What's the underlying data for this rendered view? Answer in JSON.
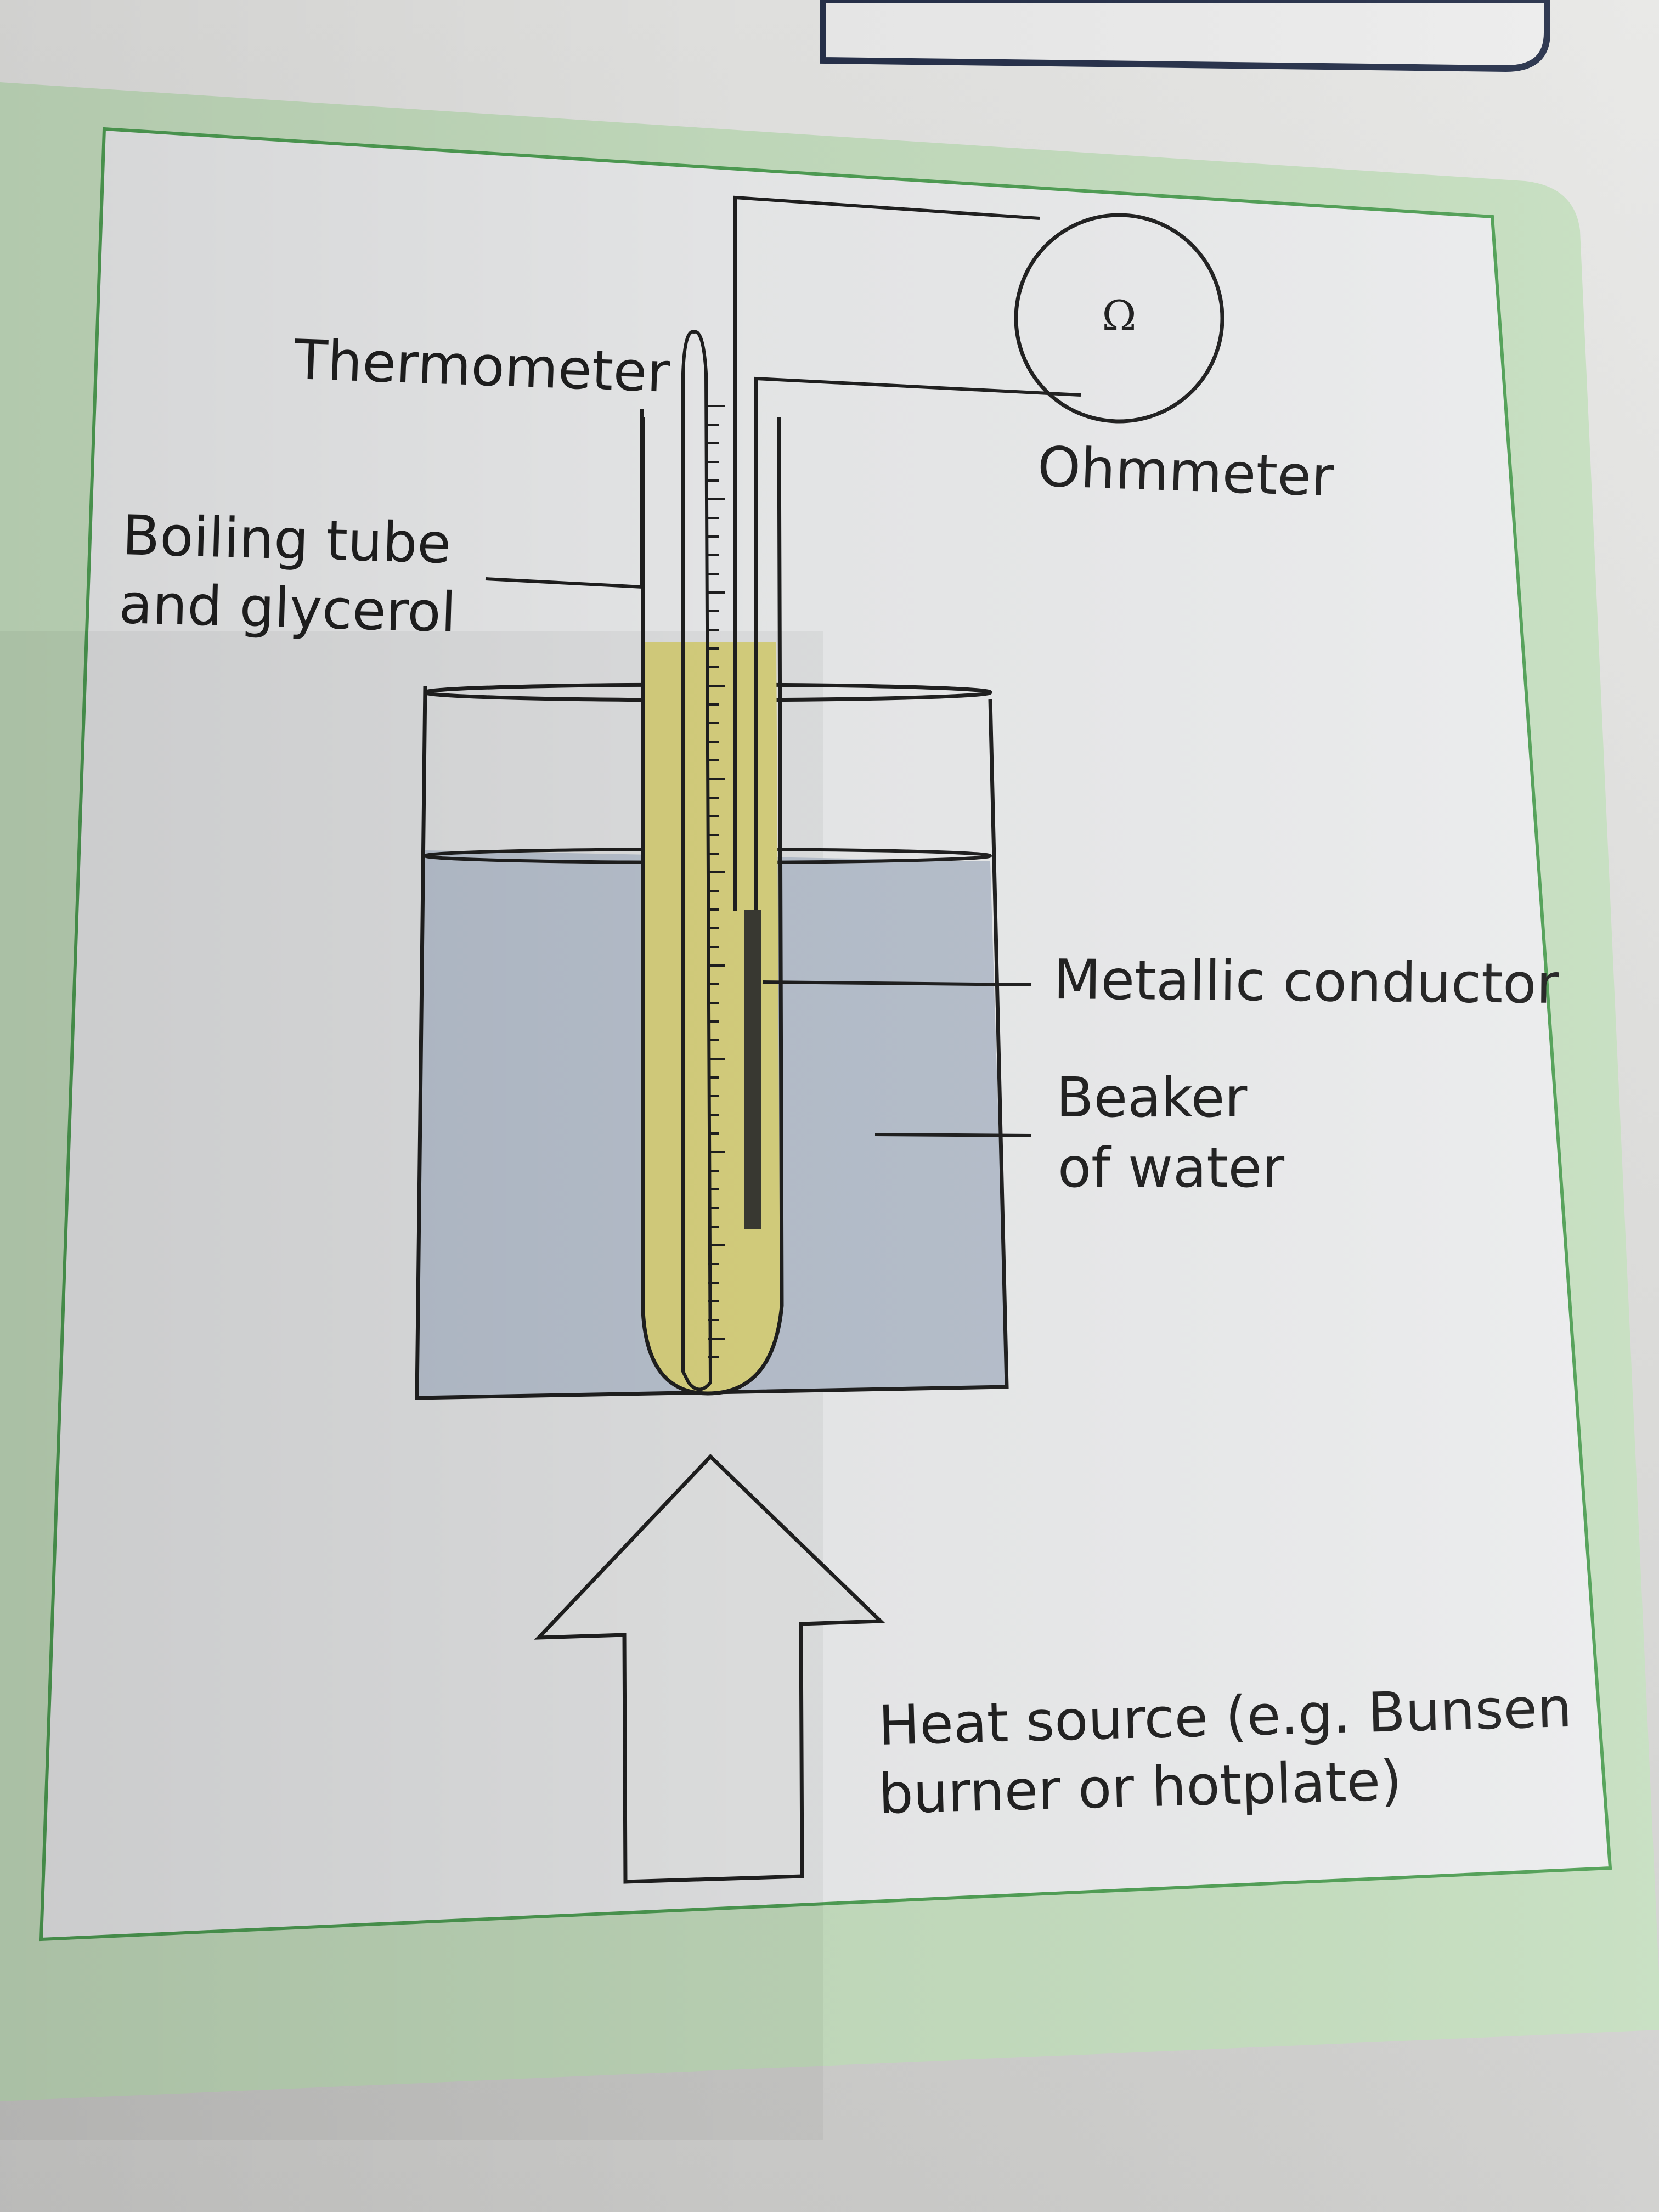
{
  "diagram": {
    "labels": {
      "thermometer": "Thermometer",
      "boiling_tube_line1": "Boiling tube",
      "boiling_tube_line2": "and glycerol",
      "ohmmeter": "Ohmmeter",
      "ohm_symbol": "Ω",
      "metallic_conductor": "Metallic conductor",
      "beaker_line1": "Beaker",
      "beaker_line2": "of water",
      "heat_line1": "Heat source (e.g. Bunsen",
      "heat_line2": "burner or hotplate)"
    },
    "colors": {
      "glycerol": "#d9d27f",
      "water": "#b9c2cf",
      "frame_green": "#c6dfc0",
      "frame_border": "#4f9f54",
      "paper": "#ecedee",
      "conductor": "#3a3a33",
      "line": "#1f1f1f"
    }
  }
}
